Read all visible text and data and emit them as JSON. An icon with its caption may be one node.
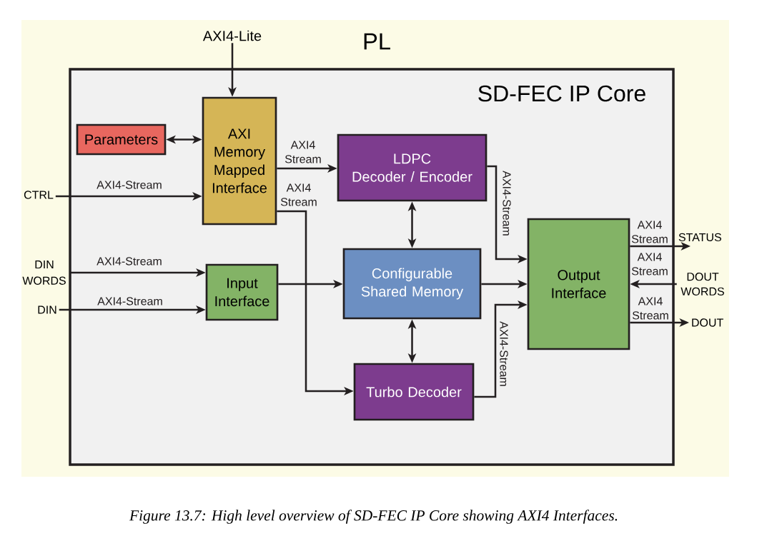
{
  "diagram": {
    "caption": "Figure 13.7: High level overview of SD-FEC IP Core showing AXI4 Interfaces.",
    "nodes": [
      {
        "text": [
          "PL"
        ]
      },
      {
        "text": [
          "AXI4-Lite"
        ],
        "in": 0
      },
      {
        "text": [
          "SD-FEC IP Core"
        ],
        "in": 0
      },
      {
        "text": [
          "AXI Memory Mapped Interface"
        ],
        "in": 2
      },
      {
        "text": [
          "Parameters"
        ],
        "in": 2
      },
      {
        "text": [
          "LDPC Decoder / Encoder"
        ],
        "in": 2
      },
      {
        "text": [
          "CTRL"
        ],
        "in": 0
      },
      {
        "text": [
          "Output Interface"
        ],
        "in": 2
      },
      {
        "text": [
          "STATUS"
        ],
        "in": 0
      },
      {
        "text": [
          "Configurable Shared Memory"
        ],
        "in": 2
      },
      {
        "text": [
          "DIN WORDS"
        ],
        "in": 0
      },
      {
        "text": [
          "Input Interface"
        ],
        "in": 2
      },
      {
        "text": [
          "DOUT WORDS"
        ],
        "in": 0
      },
      {
        "text": [
          "DIN"
        ],
        "in": 0
      },
      {
        "text": [
          "DOUT"
        ],
        "in": 0
      },
      {
        "text": [
          "Turbo Decoder"
        ],
        "in": 2
      }
    ],
    "edges": [
      {
        "from": 1,
        "to": 3,
        "arrow": "to"
      },
      {
        "from": 4,
        "to": 3,
        "arrow": "both"
      },
      {
        "from": 6,
        "to": 3,
        "arrow": "to",
        "label": "AXI4-Stream"
      },
      {
        "from": 3,
        "to": 5,
        "arrow": "to",
        "label": "AXI4 Stream"
      },
      {
        "from": 3,
        "to": 15,
        "arrow": "to",
        "label": "AXI4 Stream"
      },
      {
        "from": 10,
        "to": 11,
        "arrow": "to",
        "label": "AXI4-Stream"
      },
      {
        "from": 13,
        "to": 11,
        "arrow": "to",
        "label": "AXI4-Stream"
      },
      {
        "from": 11,
        "to": 9,
        "arrow": "to"
      },
      {
        "from": 5,
        "to": 9,
        "arrow": "both"
      },
      {
        "from": 9,
        "to": 15,
        "arrow": "both"
      },
      {
        "from": 5,
        "to": 7,
        "arrow": "to",
        "label": "AXI4-Stream"
      },
      {
        "from": 9,
        "to": 7,
        "arrow": "to"
      },
      {
        "from": 15,
        "to": 7,
        "arrow": "to",
        "label": "AXI4-Stream"
      },
      {
        "from": 7,
        "to": 8,
        "arrow": "to",
        "label": "AXI4 Stream"
      },
      {
        "from": 12,
        "to": 7,
        "arrow": "to",
        "label": "AXI4 Stream"
      },
      {
        "from": 7,
        "to": 14,
        "arrow": "to",
        "label": "AXI4 Stream"
      }
    ]
  }
}
